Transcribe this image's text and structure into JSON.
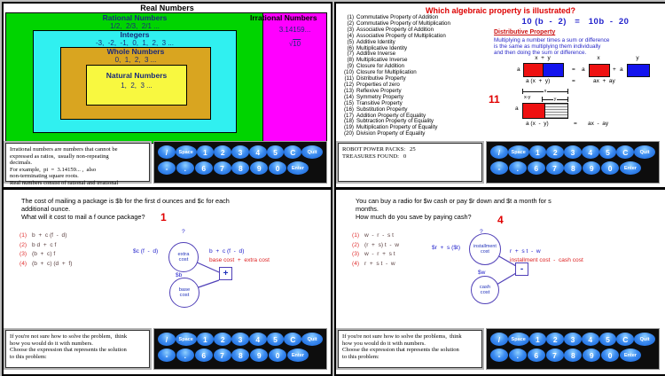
{
  "colors": {
    "background_gray": "#bfbfbf",
    "set_green": "#00d400",
    "set_cyan": "#30f0f0",
    "set_gold": "#d9a520",
    "set_yellow": "#f8f840",
    "set_magenta": "#ff00ff",
    "key_blue": "#2e7de8",
    "title_red": "#dd0000",
    "math_blue": "#2323cc",
    "label_navy": "#1a2a7a"
  },
  "keypad": {
    "row1": [
      {
        "t": "/"
      },
      {
        "t": "Space",
        "cls": "sm"
      },
      {
        "t": "1"
      },
      {
        "t": "2"
      },
      {
        "t": "3"
      },
      {
        "t": "4"
      },
      {
        "t": "5"
      },
      {
        "t": "C"
      },
      {
        "t": "Quit",
        "cls": "sm"
      }
    ],
    "row2": [
      {
        "t": "-"
      },
      {
        "t": "."
      },
      {
        "t": "6"
      },
      {
        "t": "7"
      },
      {
        "t": "8"
      },
      {
        "t": "9"
      },
      {
        "t": "0"
      },
      {
        "t": "Enter",
        "cls": "sm"
      }
    ]
  },
  "quadrant_tl": {
    "title": "Real Numbers",
    "rational": {
      "label": "Rational Numbers",
      "examples": "1/2,  2/3,  2/1 ..."
    },
    "integers": {
      "label": "Integers",
      "examples": "-3,  -2,  -1,  0,  1,  2,  3 ..."
    },
    "whole": {
      "label": "Whole Numbers",
      "examples": "0,  1,  2,  3 ..."
    },
    "natural": {
      "label": "Natural Numbers",
      "examples": "1,  2,  3 ..."
    },
    "irrational": {
      "label": "Irrational Numbers",
      "pi": "3.14159...",
      "root_sign": "√",
      "root_num": "10"
    },
    "message": "Irrational numbers are numbers that cannot be\nexpressed as ratios,  usually non-repeating\ndecimals.\nFor example,  pi  =  3.14159... ,  also\nnon-terminating square roots.\nReal numbers consist of rational and irrational\nnumbers."
  },
  "quadrant_tr": {
    "title": "Which algebraic property is illustrated?",
    "properties": [
      {
        "n": "(1)",
        "t": "Commutative Property of Addition"
      },
      {
        "n": "(2)",
        "t": "Commutative Property of Multiplication"
      },
      {
        "n": "(3)",
        "t": "Associative Property of Addition"
      },
      {
        "n": "(4)",
        "t": "Associative Property of Multiplication"
      },
      {
        "n": "(5)",
        "t": "Additive Identity"
      },
      {
        "n": "(6)",
        "t": "Multiplicative Identity"
      },
      {
        "n": "(7)",
        "t": "Additive Inverse"
      },
      {
        "n": "(8)",
        "t": "Multiplicative Inverse"
      },
      {
        "n": "(9)",
        "t": "Closure for Addition"
      },
      {
        "n": "(10)",
        "t": "Closure for Multiplication"
      },
      {
        "n": "(11)",
        "t": "Distributive Property"
      },
      {
        "n": "(12)",
        "t": "Properties of zero"
      },
      {
        "n": "(13)",
        "t": "Reflexive Property"
      },
      {
        "n": "(14)",
        "t": "Symmetry Property"
      },
      {
        "n": "(15)",
        "t": "Transitive Property"
      },
      {
        "n": "(16)",
        "t": "Substitution Property"
      },
      {
        "n": "(17)",
        "t": "Addition Property of Equality"
      },
      {
        "n": "(18)",
        "t": "Subtraction Property of Equality"
      },
      {
        "n": "(19)",
        "t": "Multiplication Property of Equality"
      },
      {
        "n": "(20)",
        "t": "Division Property of Equality"
      }
    ],
    "equation": "10 (b  -  2)   =   10b  -  20",
    "answer_name": "Distributive Property",
    "explanation": "Multiplying a number times a sum or difference\nis the same as multiplying them individually\nand then doing the sum or difference.",
    "answer_number": "11",
    "d1": {
      "a": "a",
      "xy": "x  +  y",
      "x": "x",
      "y": "y",
      "plus": "+",
      "equals": "=",
      "eq_left": "a (x  +  y)",
      "eq_right": "ax  +  ay"
    },
    "d2": {
      "x": "x",
      "xy": "x-y",
      "y": "y",
      "a": "a",
      "equals": "=",
      "eq_left": "a (x  -  y)",
      "eq_right": "ax  -  ay"
    },
    "message": "ROBOT POWER PACKS:   25\nTREASURES FOUND:   0"
  },
  "quadrant_bl": {
    "problem": "The cost of mailing a package is  $b  for the first  d  ounces and  $c  for each\nadditional ounce.\nWhat will it cost to mail a  f  ounce package?",
    "answer_number": "1",
    "options": [
      {
        "n": "(1)",
        "t": "b  +  c (f  -  d)"
      },
      {
        "n": "(2)",
        "t": "b d  +  c f"
      },
      {
        "n": "(3)",
        "t": "(b  +  c) f"
      },
      {
        "n": "(4)",
        "t": "(b  +  c) (d  +  f)"
      }
    ],
    "diagram": {
      "left_label": "$c (f  -  d)",
      "question": "?",
      "node_top": "extra\ncost",
      "mid_label": "$b",
      "node_bottom": "base\ncost",
      "operator": "+",
      "result_expr": "b  +  c (f  -  d)",
      "result_words": "base cost  +  extra cost"
    },
    "message": "If you're not sure how to solve the problem,  think\nhow you would do it with numbers.\nChoose the expression that represents the solution\nto this problem:"
  },
  "quadrant_br": {
    "problem": "You can buy a radio for  $w  cash or pay  $r  down and  $t  a month for  s\nmonths.\nHow much do you save by paying cash?",
    "answer_number": "4",
    "options": [
      {
        "n": "(1)",
        "t": "w  -  r  -  s t"
      },
      {
        "n": "(2)",
        "t": "(r  +  s) t  -  w"
      },
      {
        "n": "(3)",
        "t": "w  -  r  +  s t"
      },
      {
        "n": "(4)",
        "t": "r  +  s t  -  w"
      }
    ],
    "diagram": {
      "left_label": "$r  +  s ($t)",
      "question": "?",
      "node_top": "installment\ncost",
      "mid_label": "$w",
      "node_bottom": "cash\ncost",
      "operator": "-",
      "result_expr": "r  +  s t  -  w",
      "result_words": "installment cost  -  cash cost"
    },
    "message": "If you're not sure how to solve the problems,  think\nhow you would do it with numbers.\nChoose the expression that represents the solution\nto this problem:"
  }
}
